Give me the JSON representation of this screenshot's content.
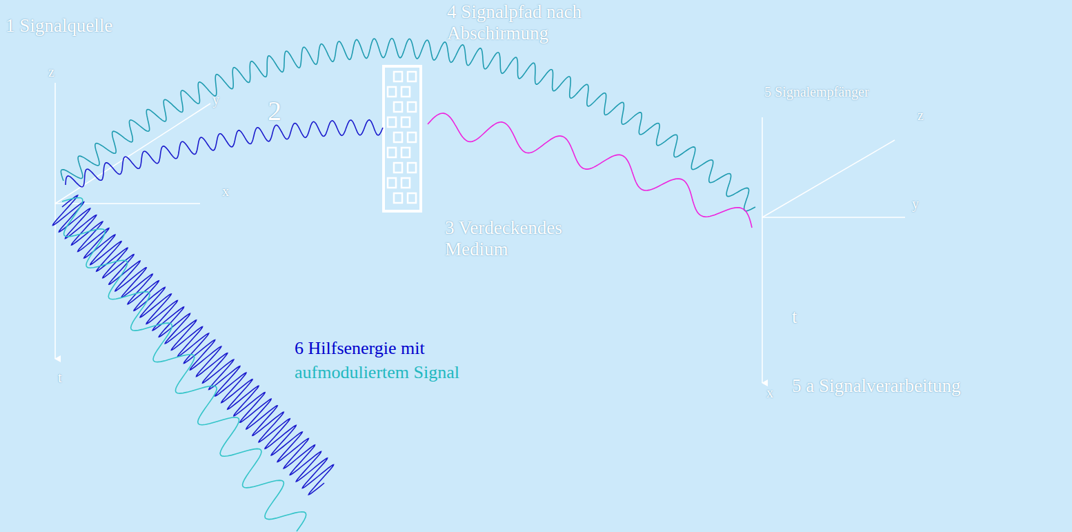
{
  "diagram": {
    "labels": [
      "1 Signalquelle",
      "z",
      "y",
      "x",
      "t",
      "2",
      "4 Signalpfad nach Abschirmung",
      "3 Verdeckendes Medium",
      "5 Signalempfänger",
      "z",
      "y",
      "x",
      "t",
      "5 a Signalverarbeitung",
      "6 Hilfsenergie mit",
      "aufmoduliertem Signal"
    ]
  }
}
